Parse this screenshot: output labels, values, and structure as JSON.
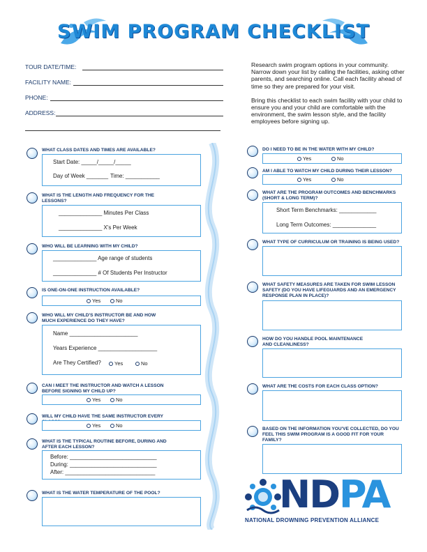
{
  "title": "SWIM PROGRAM CHECKLIST",
  "header_fields": [
    {
      "label": "TOUR DATE/TIME:"
    },
    {
      "label": "FACILITY NAME:"
    },
    {
      "label": "PHONE:"
    },
    {
      "label": "ADDRESS:"
    }
  ],
  "intro": {
    "p1": "Research swim program options in your community. Narrow down your list by calling the facilities, asking other parents, and searching online. Call each facility ahead of time so they are prepared for your visit.",
    "p2": "Bring this checklist to each swim facility with your child to ensure you and your child are comfortable with the environment, the swim lesson style, and the facility employees before signing up."
  },
  "yes": "Yes",
  "no": "No",
  "left": {
    "q1": {
      "question": "WHAT CLASS DATES AND TIMES ARE AVAILABLE?",
      "start_date": "Start Date: _____/_____/_____",
      "day_of_week": "Day of Week _______",
      "time": "Time: ___________"
    },
    "q2": {
      "question": "WHAT IS THE LENGTH AND FREQUENCY FOR THE LESSONS?",
      "minutes": "______________ Minutes Per Class",
      "per_week": "______________ X's Per Week"
    },
    "q3": {
      "question": "WHO WILL BE LEARNING WITH MY CHILD?",
      "age_range": "______________ Age range of students",
      "students": "______________ # Of Students Per Instructor"
    },
    "q4": {
      "question": "IS ONE-ON-ONE INSTRUCTION AVAILABLE?"
    },
    "q5": {
      "question": "WHO WILL MY CHILD'S INSTRUCTOR BE AND HOW MUCH EXPERIENCE DO THEY HAVE?",
      "name": "Name ______________________",
      "experience": "Years Experience ___________________",
      "certified": "Are They Certified?"
    },
    "q6": {
      "question": "CAN I MEET THE INSTRUCTOR AND WATCH A LESSON BEFORE SIGNING MY CHILD UP?"
    },
    "q7": {
      "question": "WILL MY CHILD HAVE THE SAME INSTRUCTOR EVERY CLASS?"
    },
    "q8": {
      "question": "WHAT IS THE TYPICAL ROUTINE BEFORE, DURING AND AFTER EACH LESSON?",
      "before": "Before: ____________________________",
      "during": "During: ____________________________",
      "after": "After: _____________________________"
    },
    "q9": {
      "question": "WHAT IS THE WATER TEMPERATURE OF THE POOL?"
    }
  },
  "right": {
    "q1": {
      "question": "DO I NEED TO BE IN THE WATER WITH MY CHILD?"
    },
    "q2": {
      "question": "AM I ABLE TO WATCH MY CHILD DURING THEIR LESSON?"
    },
    "q3": {
      "question": "WHAT ARE THE PROGRAM OUTCOMES AND BENCHMARKS (SHORT & LONG TERM)?",
      "short": "Short Term Benchmarks: ____________",
      "long": "Long Term Outcomes: ______________"
    },
    "q4": {
      "question": "WHAT TYPE OF CURRICULUM OR TRAINING IS BEING USED?"
    },
    "q5": {
      "question": "WHAT SAFETY MEASURES ARE TAKEN FOR SWIM LESSON SAFETY (DO YOU HAVE LIFEGUARDS AND AN EMERGENCY RESPONSE PLAN IN PLACE)?"
    },
    "q6": {
      "question": "HOW DO YOU HANDLE POOL MAINTENANCE AND CLEANLINESS?"
    },
    "q7": {
      "question": "WHAT ARE THE COSTS FOR EACH CLASS OPTION?"
    },
    "q8": {
      "question": "BASED ON THE INFORMATION YOU'VE COLLECTED, DO YOU FEEL THIS SWIM PROGRAM IS A GOOD FIT FOR YOUR FAMILY?"
    }
  },
  "logo": {
    "text_blue": "ND",
    "text_light": "PA",
    "subtitle": "NATIONAL DROWNING PREVENTION ALLIANCE"
  },
  "colors": {
    "primary": "#1e88d6",
    "navy": "#1a3a6b",
    "box_border": "#4aa3e0",
    "wave": "#cfe6f8"
  }
}
